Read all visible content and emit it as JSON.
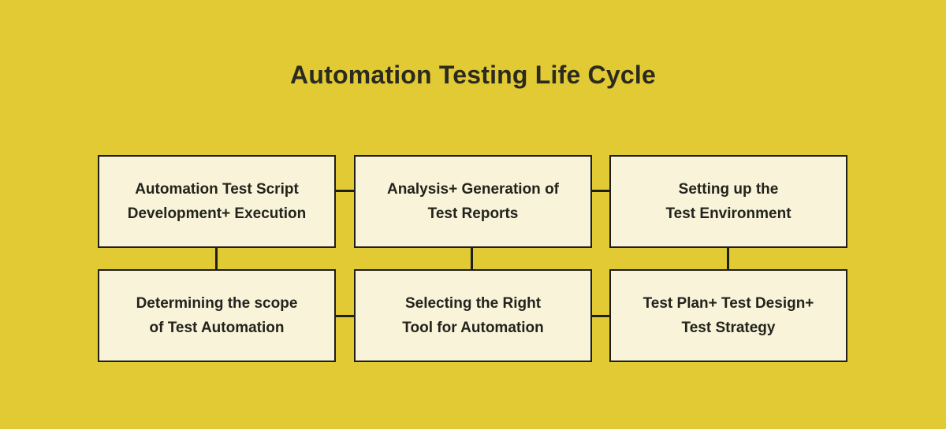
{
  "title": "Automation Testing Life Cycle",
  "colors": {
    "background": "#e1ca33",
    "box_fill": "#f8f3d9",
    "line": "#1f1f1a",
    "text": "#23231c",
    "title_text": "#2b2a1e"
  },
  "boxes": [
    {
      "line1": "Automation Test Script",
      "line2": "Development+ Execution"
    },
    {
      "line1": "Analysis+ Generation of",
      "line2": "Test Reports"
    },
    {
      "line1": "Setting up the",
      "line2": "Test Environment"
    },
    {
      "line1": "Determining the scope",
      "line2": "of Test Automation"
    },
    {
      "line1": "Selecting the Right",
      "line2": "Tool for Automation"
    },
    {
      "line1": "Test Plan+ Test Design+",
      "line2": "Test Strategy"
    }
  ]
}
